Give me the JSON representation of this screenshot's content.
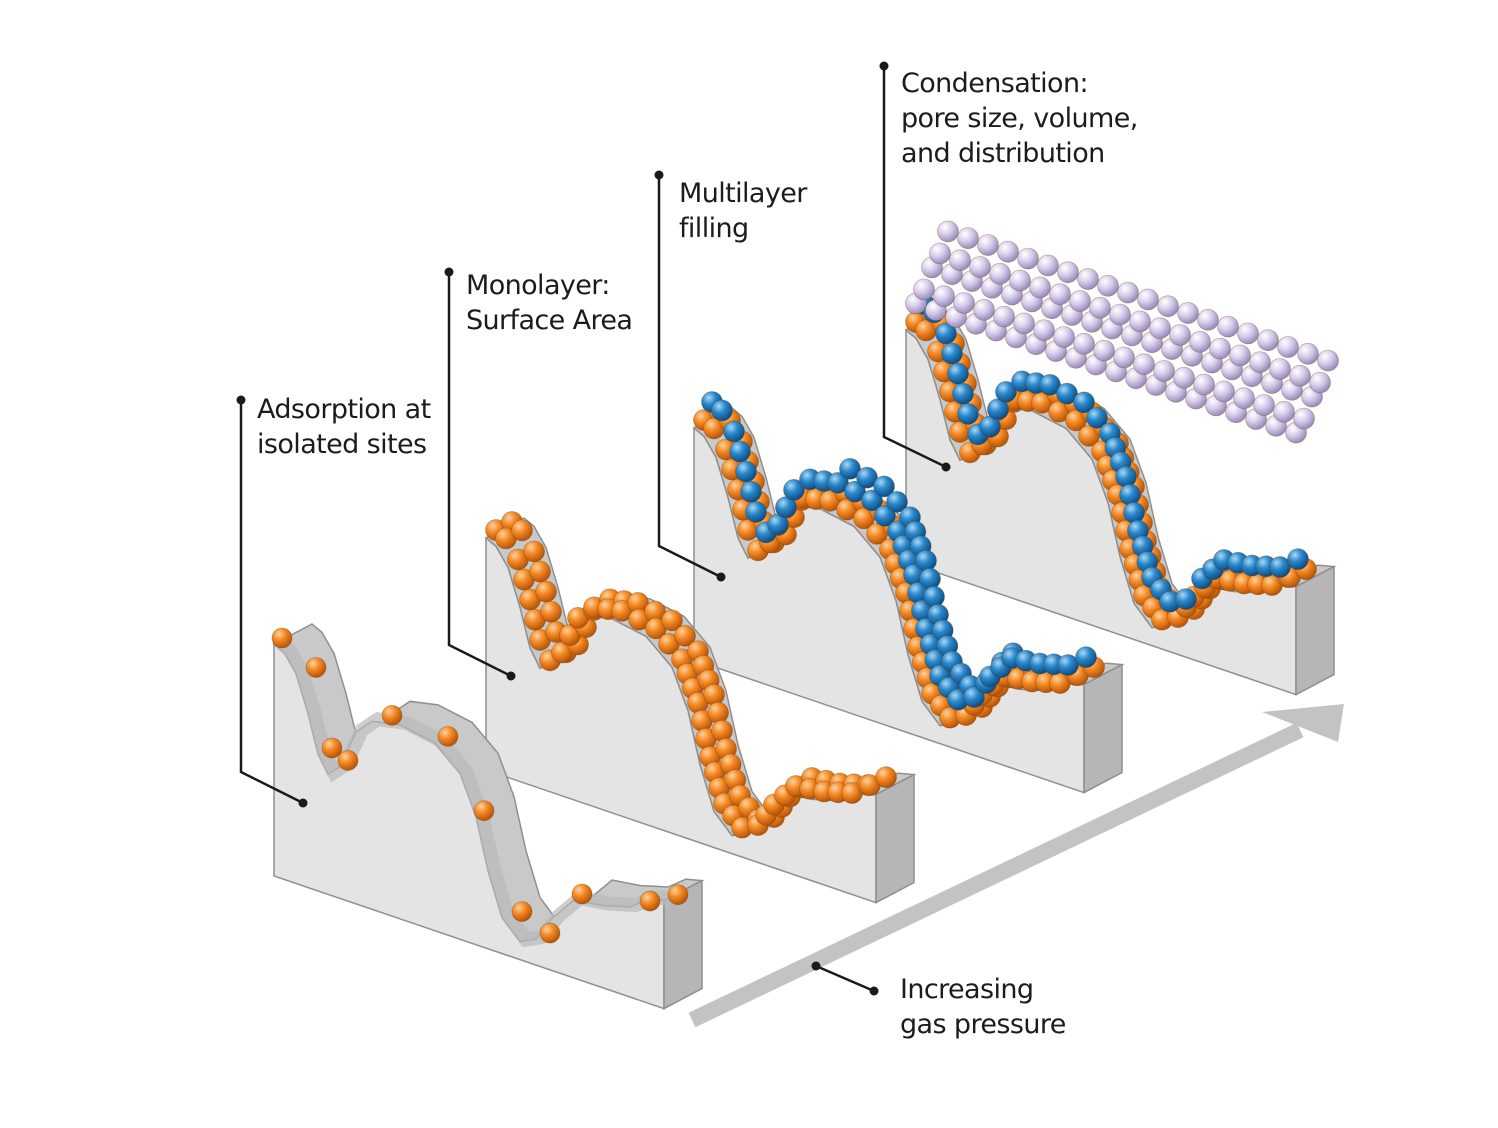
{
  "labels": {
    "isolated": [
      "Adsorption at",
      "isolated sites"
    ],
    "monolayer": [
      "Monolayer:",
      "Surface Area"
    ],
    "multilayer": [
      "Multilayer",
      "filling"
    ],
    "condensation": [
      "Condensation:",
      "pore size, volume,",
      "and distribution"
    ],
    "pressure": [
      "Increasing",
      "gas pressure"
    ]
  },
  "colors": {
    "block_front": "#e4e4e4",
    "block_side": "#b6b6b6",
    "block_shade": "#c9c9c9",
    "block_outline": "#8f8f8f",
    "film": "#b9b9b9",
    "orange_molecule": "#f0821e",
    "blue_molecule": "#1f7fc4",
    "lilac_molecule": "#d2c6e8",
    "arrow": "#c3c3c3",
    "leader": "#1a1a1a"
  },
  "icons": {
    "leader_dot": "filled-circle",
    "arrow_head": "chevron-arrow-head"
  }
}
